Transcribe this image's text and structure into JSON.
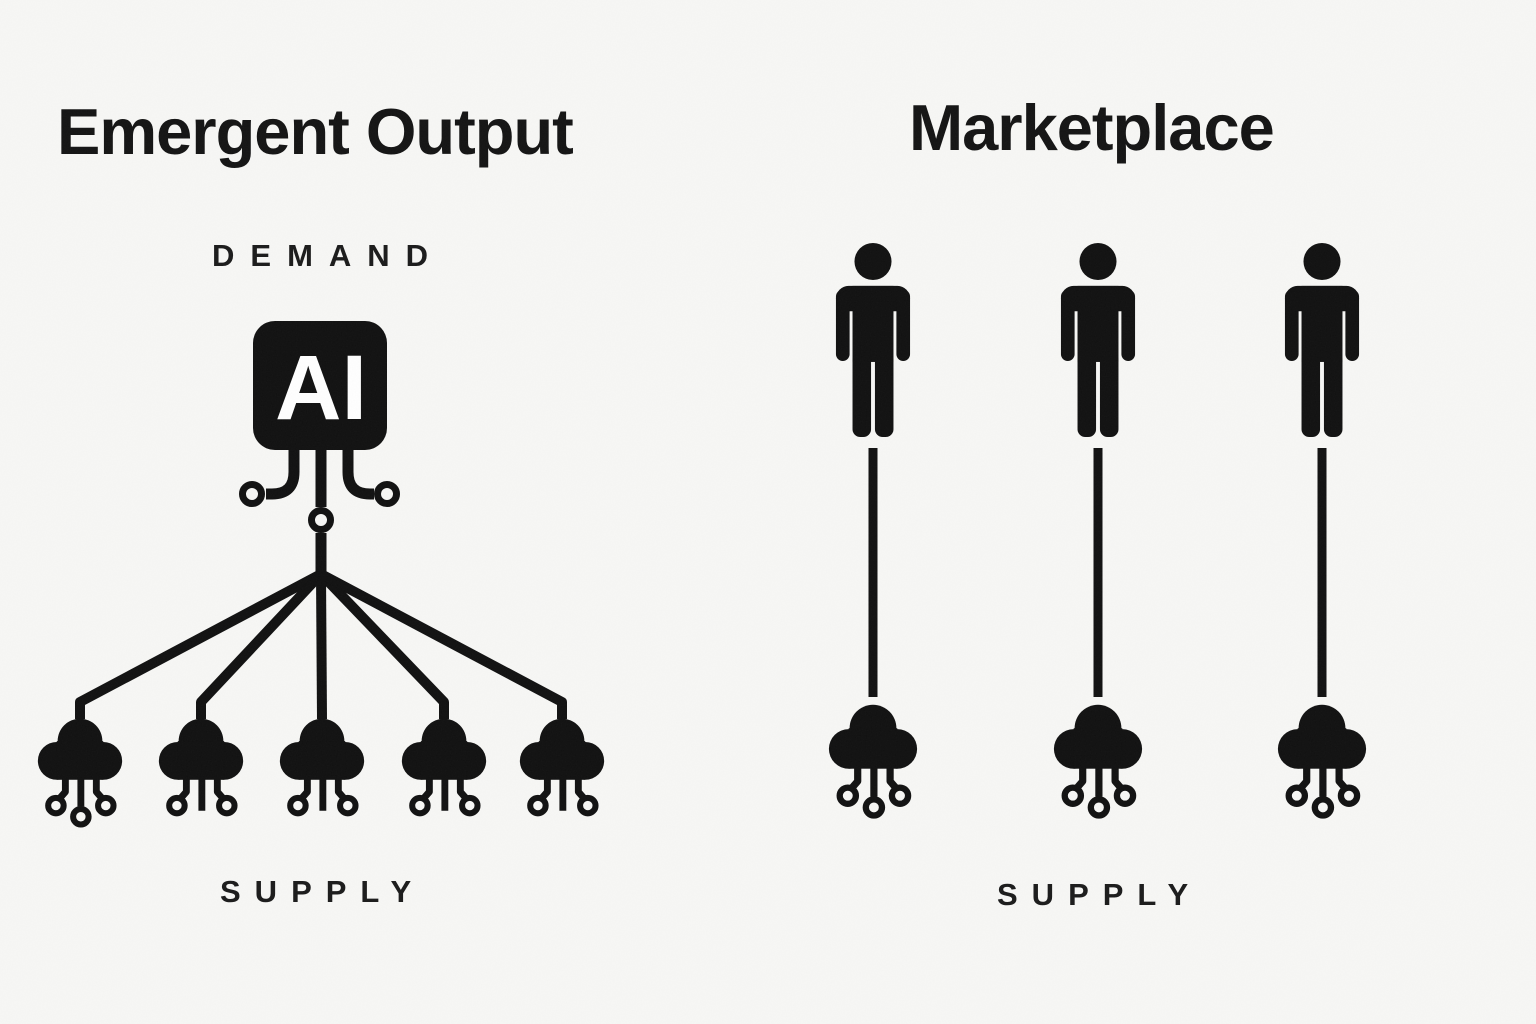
{
  "canvas": {
    "background_color": "#f7f7f5",
    "ink_color": "#101010"
  },
  "left_diagram": {
    "title": "Emergent Output",
    "demand_label": "DEMAND",
    "supply_label": "SUPPLY",
    "ai_chip_label": "AI",
    "structure": "one AI demand node fanning out to five cloud supply nodes",
    "supply_node_count": 5
  },
  "right_diagram": {
    "title": "Marketplace",
    "supply_label": "SUPPLY",
    "structure": "three person demand nodes each linked one-to-one to a cloud supply node",
    "provider_count": 3
  }
}
